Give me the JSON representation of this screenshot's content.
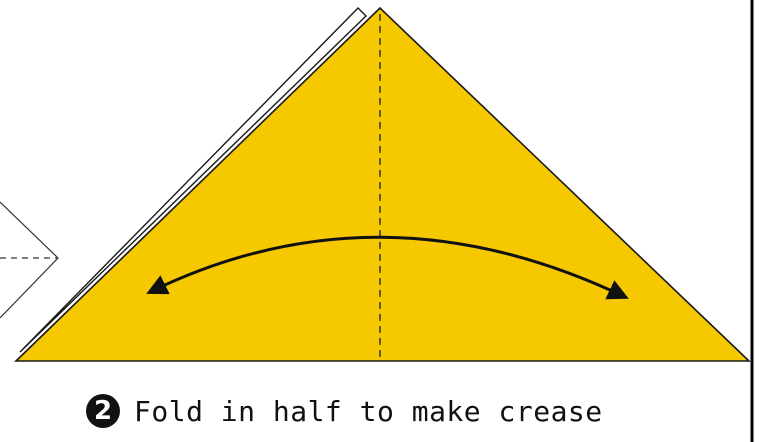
{
  "step": {
    "number": "2",
    "instruction": "Fold in half to make crease"
  },
  "colors": {
    "paper": "#F5C800",
    "paper_back": "#FFFFFF",
    "outline": "#1A1A1A",
    "frame": "#000000"
  },
  "icons": {
    "fold_arrow": "double-headed-curved-arrow",
    "crease": "dashed-valley-fold-line"
  }
}
